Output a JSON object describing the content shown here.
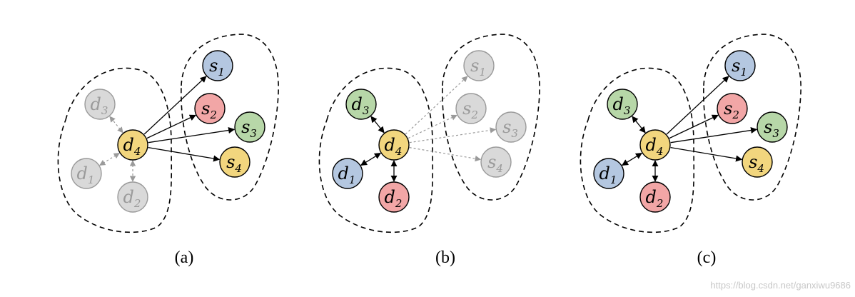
{
  "colors": {
    "d4": "#f2d67e",
    "d3": "#b7d7a8",
    "d1": "#b4c7e0",
    "d2": "#f2a6a6",
    "s1": "#b4c7e0",
    "s2": "#f2a6a6",
    "s3": "#b7d7a8",
    "s4": "#f2d67e",
    "inactive": "#d9d9d9",
    "inactive_text": "#9a9a9a"
  },
  "nodes": {
    "d1": {
      "base": "d",
      "sub": "1"
    },
    "d2": {
      "base": "d",
      "sub": "2"
    },
    "d3": {
      "base": "d",
      "sub": "3"
    },
    "d4": {
      "base": "d",
      "sub": "4"
    },
    "s1": {
      "base": "s",
      "sub": "1"
    },
    "s2": {
      "base": "s",
      "sub": "2"
    },
    "s3": {
      "base": "s",
      "sub": "3"
    },
    "s4": {
      "base": "s",
      "sub": "4"
    }
  },
  "panels": [
    {
      "caption": "(a)",
      "active_groups": [
        "s"
      ]
    },
    {
      "caption": "(b)",
      "active_groups": [
        "d"
      ]
    },
    {
      "caption": "(c)",
      "active_groups": [
        "d",
        "s"
      ]
    }
  ],
  "watermark": "https://blog.csdn.net/ganxiwu9686"
}
